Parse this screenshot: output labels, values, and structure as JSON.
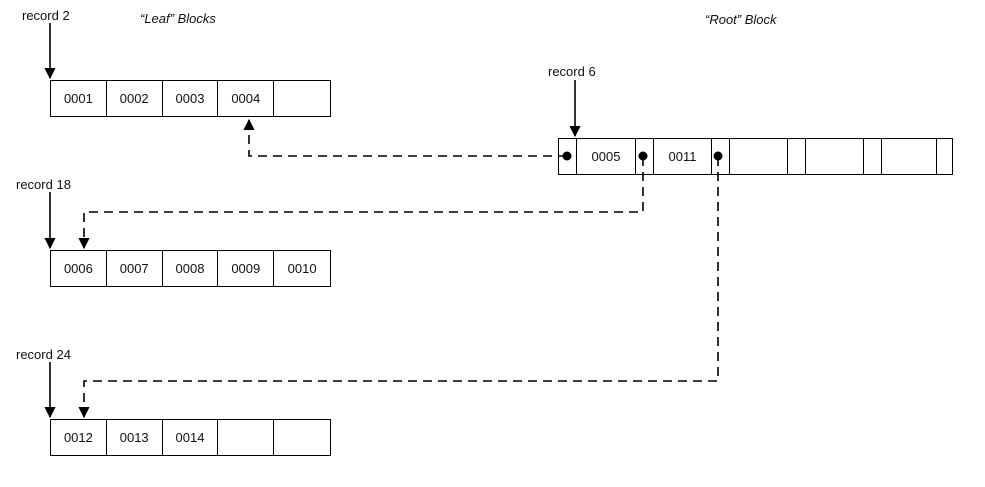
{
  "titles": {
    "leaf": "“Leaf” Blocks",
    "root": "“Root” Block"
  },
  "records": {
    "r2": "record 2",
    "r6": "record 6",
    "r18": "record 18",
    "r24": "record 24"
  },
  "leaf_blocks": [
    {
      "cells": [
        "0001",
        "0002",
        "0003",
        "0004",
        ""
      ]
    },
    {
      "cells": [
        "0006",
        "0007",
        "0008",
        "0009",
        "0010"
      ]
    },
    {
      "cells": [
        "0012",
        "0013",
        "0014",
        "",
        ""
      ]
    }
  ],
  "root_block": {
    "keys": [
      "0005",
      "0011"
    ]
  }
}
